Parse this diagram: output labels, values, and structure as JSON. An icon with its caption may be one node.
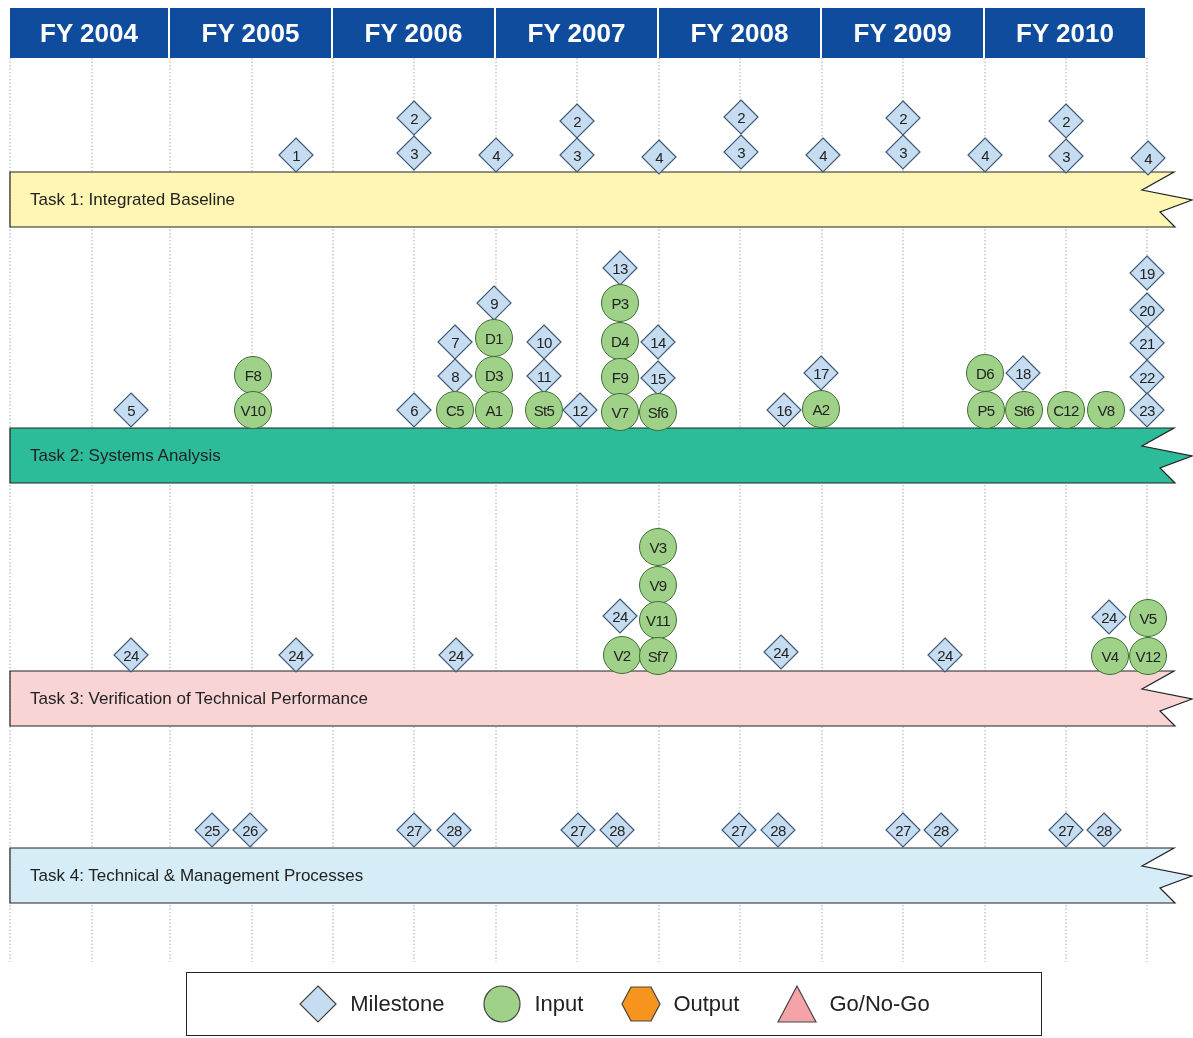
{
  "diagram": {
    "nodes": [
      {
        "text": [
          "FY 2004"
        ]
      },
      {
        "text": [
          "FY 2005"
        ]
      },
      {
        "text": [
          "FY 2006"
        ]
      },
      {
        "text": [
          "FY 2007"
        ]
      },
      {
        "text": [
          "FY 2008"
        ]
      },
      {
        "text": [
          "FY 2009"
        ]
      },
      {
        "text": [
          "FY 2010"
        ]
      },
      {
        "text": [
          "1"
        ]
      },
      {
        "text": [
          "2"
        ]
      },
      {
        "text": [
          "3"
        ]
      },
      {
        "text": [
          "4"
        ]
      },
      {
        "text": [
          "2"
        ]
      },
      {
        "text": [
          "3"
        ]
      },
      {
        "text": [
          "4"
        ]
      },
      {
        "text": [
          "2"
        ]
      },
      {
        "text": [
          "3"
        ]
      },
      {
        "text": [
          "4"
        ]
      },
      {
        "text": [
          "2"
        ]
      },
      {
        "text": [
          "3"
        ]
      },
      {
        "text": [
          "4"
        ]
      },
      {
        "text": [
          "2"
        ]
      },
      {
        "text": [
          "3"
        ]
      },
      {
        "text": [
          "4"
        ]
      },
      {
        "text": [
          "Task 1: Integrated Baseline"
        ]
      },
      {
        "text": [
          "5"
        ]
      },
      {
        "text": [
          "F8"
        ]
      },
      {
        "text": [
          "V10"
        ]
      },
      {
        "text": [
          "6"
        ]
      },
      {
        "text": [
          "7"
        ]
      },
      {
        "text": [
          "8"
        ]
      },
      {
        "text": [
          "C5"
        ]
      },
      {
        "text": [
          "9"
        ]
      },
      {
        "text": [
          "D1"
        ]
      },
      {
        "text": [
          "D3"
        ]
      },
      {
        "text": [
          "A1"
        ]
      },
      {
        "text": [
          "10"
        ]
      },
      {
        "text": [
          "11"
        ]
      },
      {
        "text": [
          "St5"
        ]
      },
      {
        "text": [
          "12"
        ]
      },
      {
        "text": [
          "13"
        ]
      },
      {
        "text": [
          "P3"
        ]
      },
      {
        "text": [
          "D4"
        ]
      },
      {
        "text": [
          "F9"
        ]
      },
      {
        "text": [
          "V7"
        ]
      },
      {
        "text": [
          "14"
        ]
      },
      {
        "text": [
          "15"
        ]
      },
      {
        "text": [
          "Sf6"
        ]
      },
      {
        "text": [
          "16"
        ]
      },
      {
        "text": [
          "17"
        ]
      },
      {
        "text": [
          "A2"
        ]
      },
      {
        "text": [
          "D6"
        ]
      },
      {
        "text": [
          "P5"
        ]
      },
      {
        "text": [
          "18"
        ]
      },
      {
        "text": [
          "St6"
        ]
      },
      {
        "text": [
          "C12"
        ]
      },
      {
        "text": [
          "V8"
        ]
      },
      {
        "text": [
          "19"
        ]
      },
      {
        "text": [
          "20"
        ]
      },
      {
        "text": [
          "21"
        ]
      },
      {
        "text": [
          "22"
        ]
      },
      {
        "text": [
          "23"
        ]
      },
      {
        "text": [
          "Task 2: Systems Analysis"
        ]
      },
      {
        "text": [
          "24"
        ]
      },
      {
        "text": [
          "24"
        ]
      },
      {
        "text": [
          "24"
        ]
      },
      {
        "text": [
          "24"
        ]
      },
      {
        "text": [
          "V2"
        ]
      },
      {
        "text": [
          "V3"
        ]
      },
      {
        "text": [
          "V9"
        ]
      },
      {
        "text": [
          "V11"
        ]
      },
      {
        "text": [
          "Sf7"
        ]
      },
      {
        "text": [
          "24"
        ]
      },
      {
        "text": [
          "24"
        ]
      },
      {
        "text": [
          "24"
        ]
      },
      {
        "text": [
          "V4"
        ]
      },
      {
        "text": [
          "V5"
        ]
      },
      {
        "text": [
          "V12"
        ]
      },
      {
        "text": [
          "Task 3: Verification of Technical Performance"
        ]
      },
      {
        "text": [
          "25"
        ]
      },
      {
        "text": [
          "26"
        ]
      },
      {
        "text": [
          "27"
        ]
      },
      {
        "text": [
          "28"
        ]
      },
      {
        "text": [
          "27"
        ]
      },
      {
        "text": [
          "28"
        ]
      },
      {
        "text": [
          "27"
        ]
      },
      {
        "text": [
          "28"
        ]
      },
      {
        "text": [
          "27"
        ]
      },
      {
        "text": [
          "28"
        ]
      },
      {
        "text": [
          "27"
        ]
      },
      {
        "text": [
          "28"
        ]
      },
      {
        "text": [
          "Task 4: Technical & Management Processes"
        ]
      }
    ],
    "legend": [
      {
        "text": "Milestone"
      },
      {
        "text": "Input"
      },
      {
        "text": "Output"
      },
      {
        "text": "Go/No-Go"
      }
    ]
  }
}
